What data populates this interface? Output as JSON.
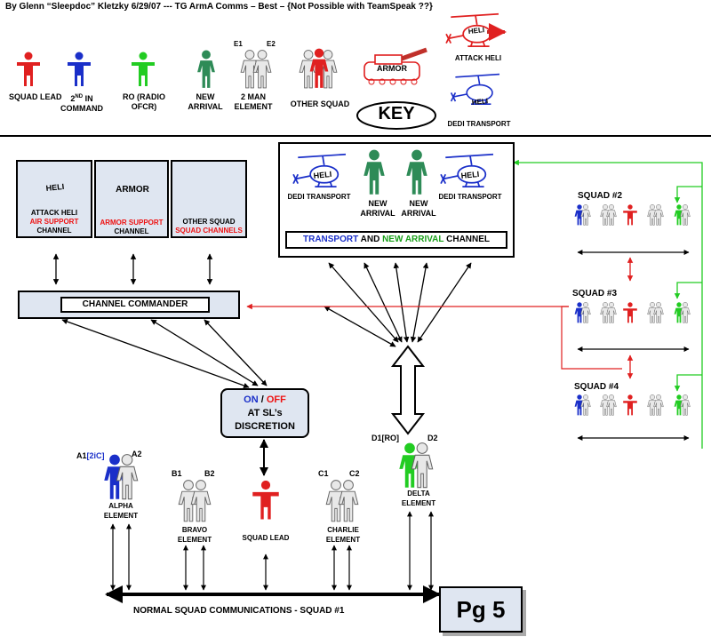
{
  "header": {
    "text": "By Glenn “Sleepdoc” Kletzky    6/29/07  ---  TG ArmA Comms – Best – {Not Possible with TeamSpeak ??}"
  },
  "colors": {
    "red": "#e02020",
    "blue": "#1a2fc9",
    "green": "#22cc22",
    "dkgreen": "#2e8b57",
    "white": "#e8e8e8",
    "panel": "#dfe6f1"
  },
  "key": {
    "title": "KEY",
    "squad_lead": "SQUAD LEAD",
    "second_in_command_a": "2",
    "second_in_command_sup": "ND",
    "second_in_command_b": " IN COMMAND",
    "ro": "RO (RADIO OFCR)",
    "new_arrival": "NEW ARRIVAL",
    "two_man_element": "2 MAN ELEMENT",
    "e1": "E1",
    "e2": "E2",
    "other_squad": "OTHER SQUAD",
    "armor": "ARMOR",
    "attack_heli": "ATTACK HELI",
    "dedi_transport": "DEDI TRANSPORT",
    "heli": "HELI"
  },
  "boxes": {
    "air": {
      "title": "ATTACK HELI",
      "line2": "AIR SUPPORT",
      "line3": "CHANNEL"
    },
    "armor": {
      "title": "ARMOR",
      "line2": "ARMOR SUPPORT",
      "line3": "CHANNEL"
    },
    "other": {
      "title": "OTHER SQUAD",
      "line2": "SQUAD CHANNELS"
    },
    "transport": {
      "dedi1": "DEDI TRANSPORT",
      "arrival1": "NEW ARRIVAL",
      "arrival2": "NEW ARRIVAL",
      "dedi2": "DEDI TRANSPORT",
      "bar_a": "TRANSPORT",
      "bar_b": " AND ",
      "bar_c": "NEW ARRIVAL",
      "bar_d": " CHANNEL"
    },
    "commander": "CHANNEL COMMANDER",
    "onoff": {
      "on": "ON",
      "slash": " / ",
      "off": "OFF",
      "line2": "AT SL’s",
      "line3": "DISCRETION"
    }
  },
  "squads": {
    "s2": "SQUAD #2",
    "s3": "SQUAD #3",
    "s4": "SQUAD #4"
  },
  "elements": {
    "alpha_a1": "A1",
    "alpha_2ic": "[2iC]",
    "alpha_a2": "A2",
    "alpha": "ALPHA ELEMENT",
    "b1": "B1",
    "b2": "B2",
    "bravo": "BRAVO ELEMENT",
    "squad_lead": "SQUAD LEAD",
    "c1": "C1",
    "c2": "C2",
    "charlie": "CHARLIE ELEMENT",
    "d1": "D1[RO]",
    "d2": "D2",
    "delta": "DELTA ELEMENT"
  },
  "footer": {
    "normal": "NORMAL SQUAD COMMUNICATIONS  -  SQUAD #1",
    "page": "Pg 5"
  }
}
